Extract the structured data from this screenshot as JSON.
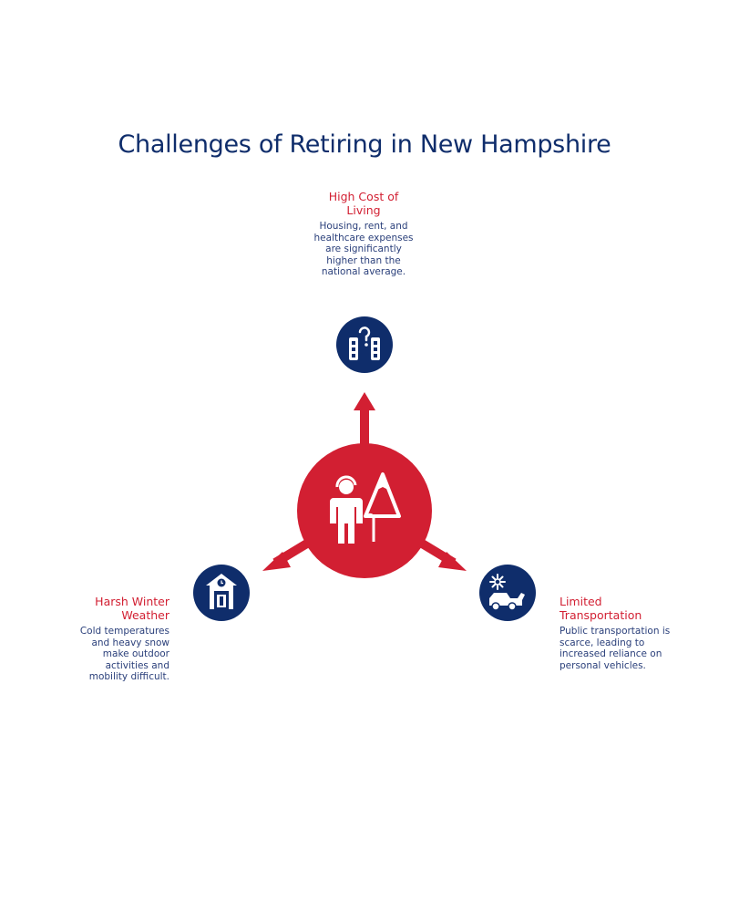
{
  "title": "Challenges of Retiring in New Hampshire",
  "colors": {
    "title": "#0f2d6b",
    "accent_red": "#d21f32",
    "navy": "#0f2d6b",
    "description": "#2a3f7a"
  },
  "center": {
    "icon": "retiree-mountain-icon"
  },
  "challenges": [
    {
      "label": "High Cost of Living",
      "description": "Housing, rent, and healthcare expenses are significantly higher than the national average.",
      "icon": "buildings-question-icon"
    },
    {
      "label": "Harsh Winter Weather",
      "description": "Cold temperatures and heavy snow make outdoor activities and mobility difficult.",
      "icon": "house-clock-icon"
    },
    {
      "label": "Limited Transportation",
      "description": "Public transportation is scarce, leading to increased reliance on personal vehicles.",
      "icon": "car-snow-icon"
    }
  ]
}
